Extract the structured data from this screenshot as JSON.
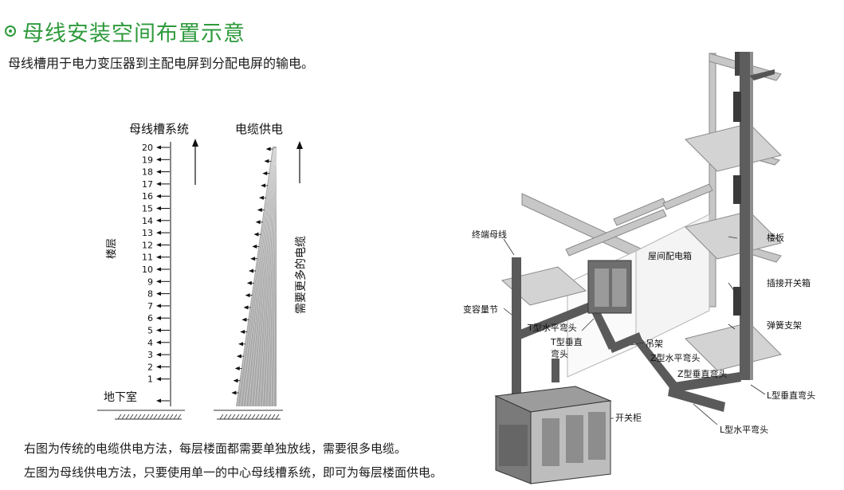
{
  "header": {
    "title": "母线安装空间布置示意",
    "subtitle": "母线槽用于电力变压器到主配电屏到分配电屏的输电。"
  },
  "left_diagram": {
    "col1_title": "母线槽系统",
    "col2_title": "电缆供电",
    "floors": [
      "20",
      "19",
      "18",
      "17",
      "16",
      "15",
      "14",
      "13",
      "12",
      "11",
      "10",
      "9",
      "8",
      "7",
      "6",
      "5",
      "4",
      "3",
      "2",
      "1"
    ],
    "basement": "地下室",
    "floor_axis_label": "楼层",
    "cable_axis_label": "需要更多的电缆"
  },
  "right_diagram": {
    "labels": {
      "end_busway": "终端母线",
      "capacity_section": "变容量节",
      "t_horizontal": "T型水平弯头",
      "t_vertical_1": "T型垂直",
      "t_vertical_2": "弯头",
      "hanger": "吊架",
      "z_horizontal": "Z型水平弯头",
      "z_vertical": "Z型垂直弯头",
      "switch_cabinet": "开关柜",
      "room_box": "屋间配电箱",
      "floor_slab": "楼板",
      "plug_box": "插接开关箱",
      "spring_support": "弹簧支架",
      "l_vertical": "L型垂直弯头",
      "l_horizontal": "L型水平弯头"
    }
  },
  "notes": [
    "右图为传统的电缆供电方法，每层楼面都需要单独放线，需要很多电缆。",
    "左图为母线供电方法，只要使用单一的中心母线槽系统，即可为每层楼面供电。"
  ]
}
